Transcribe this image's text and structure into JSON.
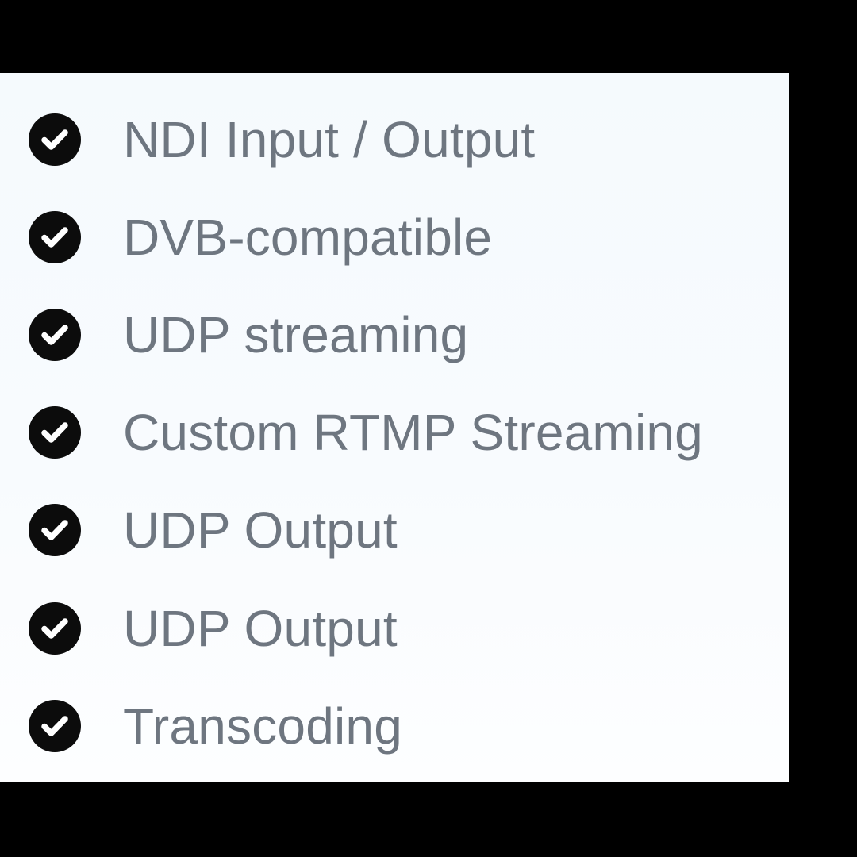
{
  "panel": {
    "name": "feature-list-panel",
    "colors": {
      "page_background": "#000000",
      "panel_background_top": "#f5fafd",
      "panel_background_bottom": "#fdfeff",
      "icon_circle": "#0c0c0c",
      "icon_check": "#ffffff",
      "text": "#6e7680"
    },
    "features": {
      "items": [
        {
          "icon": "check-circle-icon",
          "label": "NDI Input / Output"
        },
        {
          "icon": "check-circle-icon",
          "label": "DVB-compatible"
        },
        {
          "icon": "check-circle-icon",
          "label": "UDP streaming"
        },
        {
          "icon": "check-circle-icon",
          "label": "Custom RTMP Streaming"
        },
        {
          "icon": "check-circle-icon",
          "label": "UDP Output"
        },
        {
          "icon": "check-circle-icon",
          "label": "UDP Output"
        },
        {
          "icon": "check-circle-icon",
          "label": "Transcoding"
        }
      ]
    }
  }
}
